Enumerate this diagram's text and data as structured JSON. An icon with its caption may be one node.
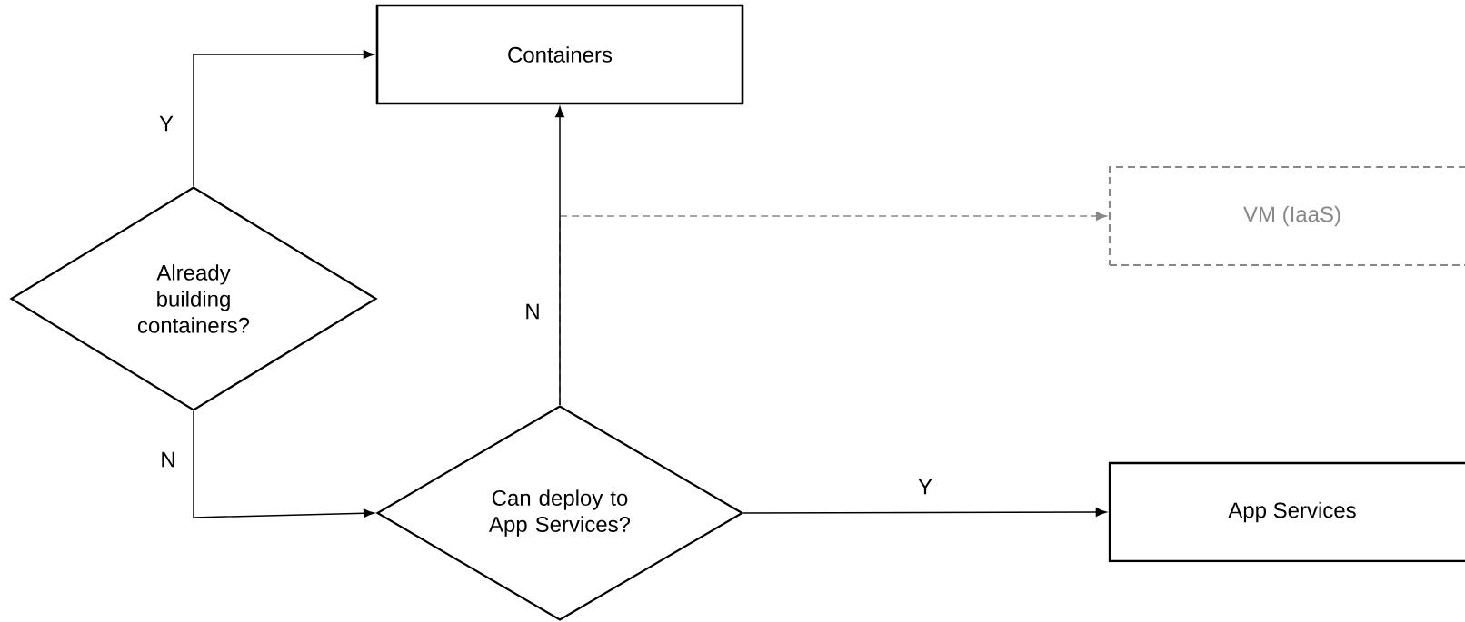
{
  "diagram": {
    "nodes": [
      {
        "text": [
          "Containers"
        ]
      },
      {
        "text": [
          "VM (IaaS)"
        ]
      },
      {
        "text": [
          "Already building containers?"
        ]
      },
      {
        "text": [
          "Can deploy to App Services?"
        ]
      },
      {
        "text": [
          "App Services"
        ]
      }
    ],
    "edges": [
      {
        "from": 2,
        "to": 0,
        "arrow": "to",
        "label": "Y"
      },
      {
        "from": 2,
        "to": 3,
        "arrow": "to",
        "label": "N"
      },
      {
        "from": 3,
        "to": 0,
        "arrow": "to",
        "label": "N"
      },
      {
        "from": 3,
        "to": 1,
        "arrow": "to",
        "style": "dashed",
        "color": "#888888"
      },
      {
        "from": 3,
        "to": 4,
        "arrow": "to",
        "label": "Y"
      }
    ]
  }
}
